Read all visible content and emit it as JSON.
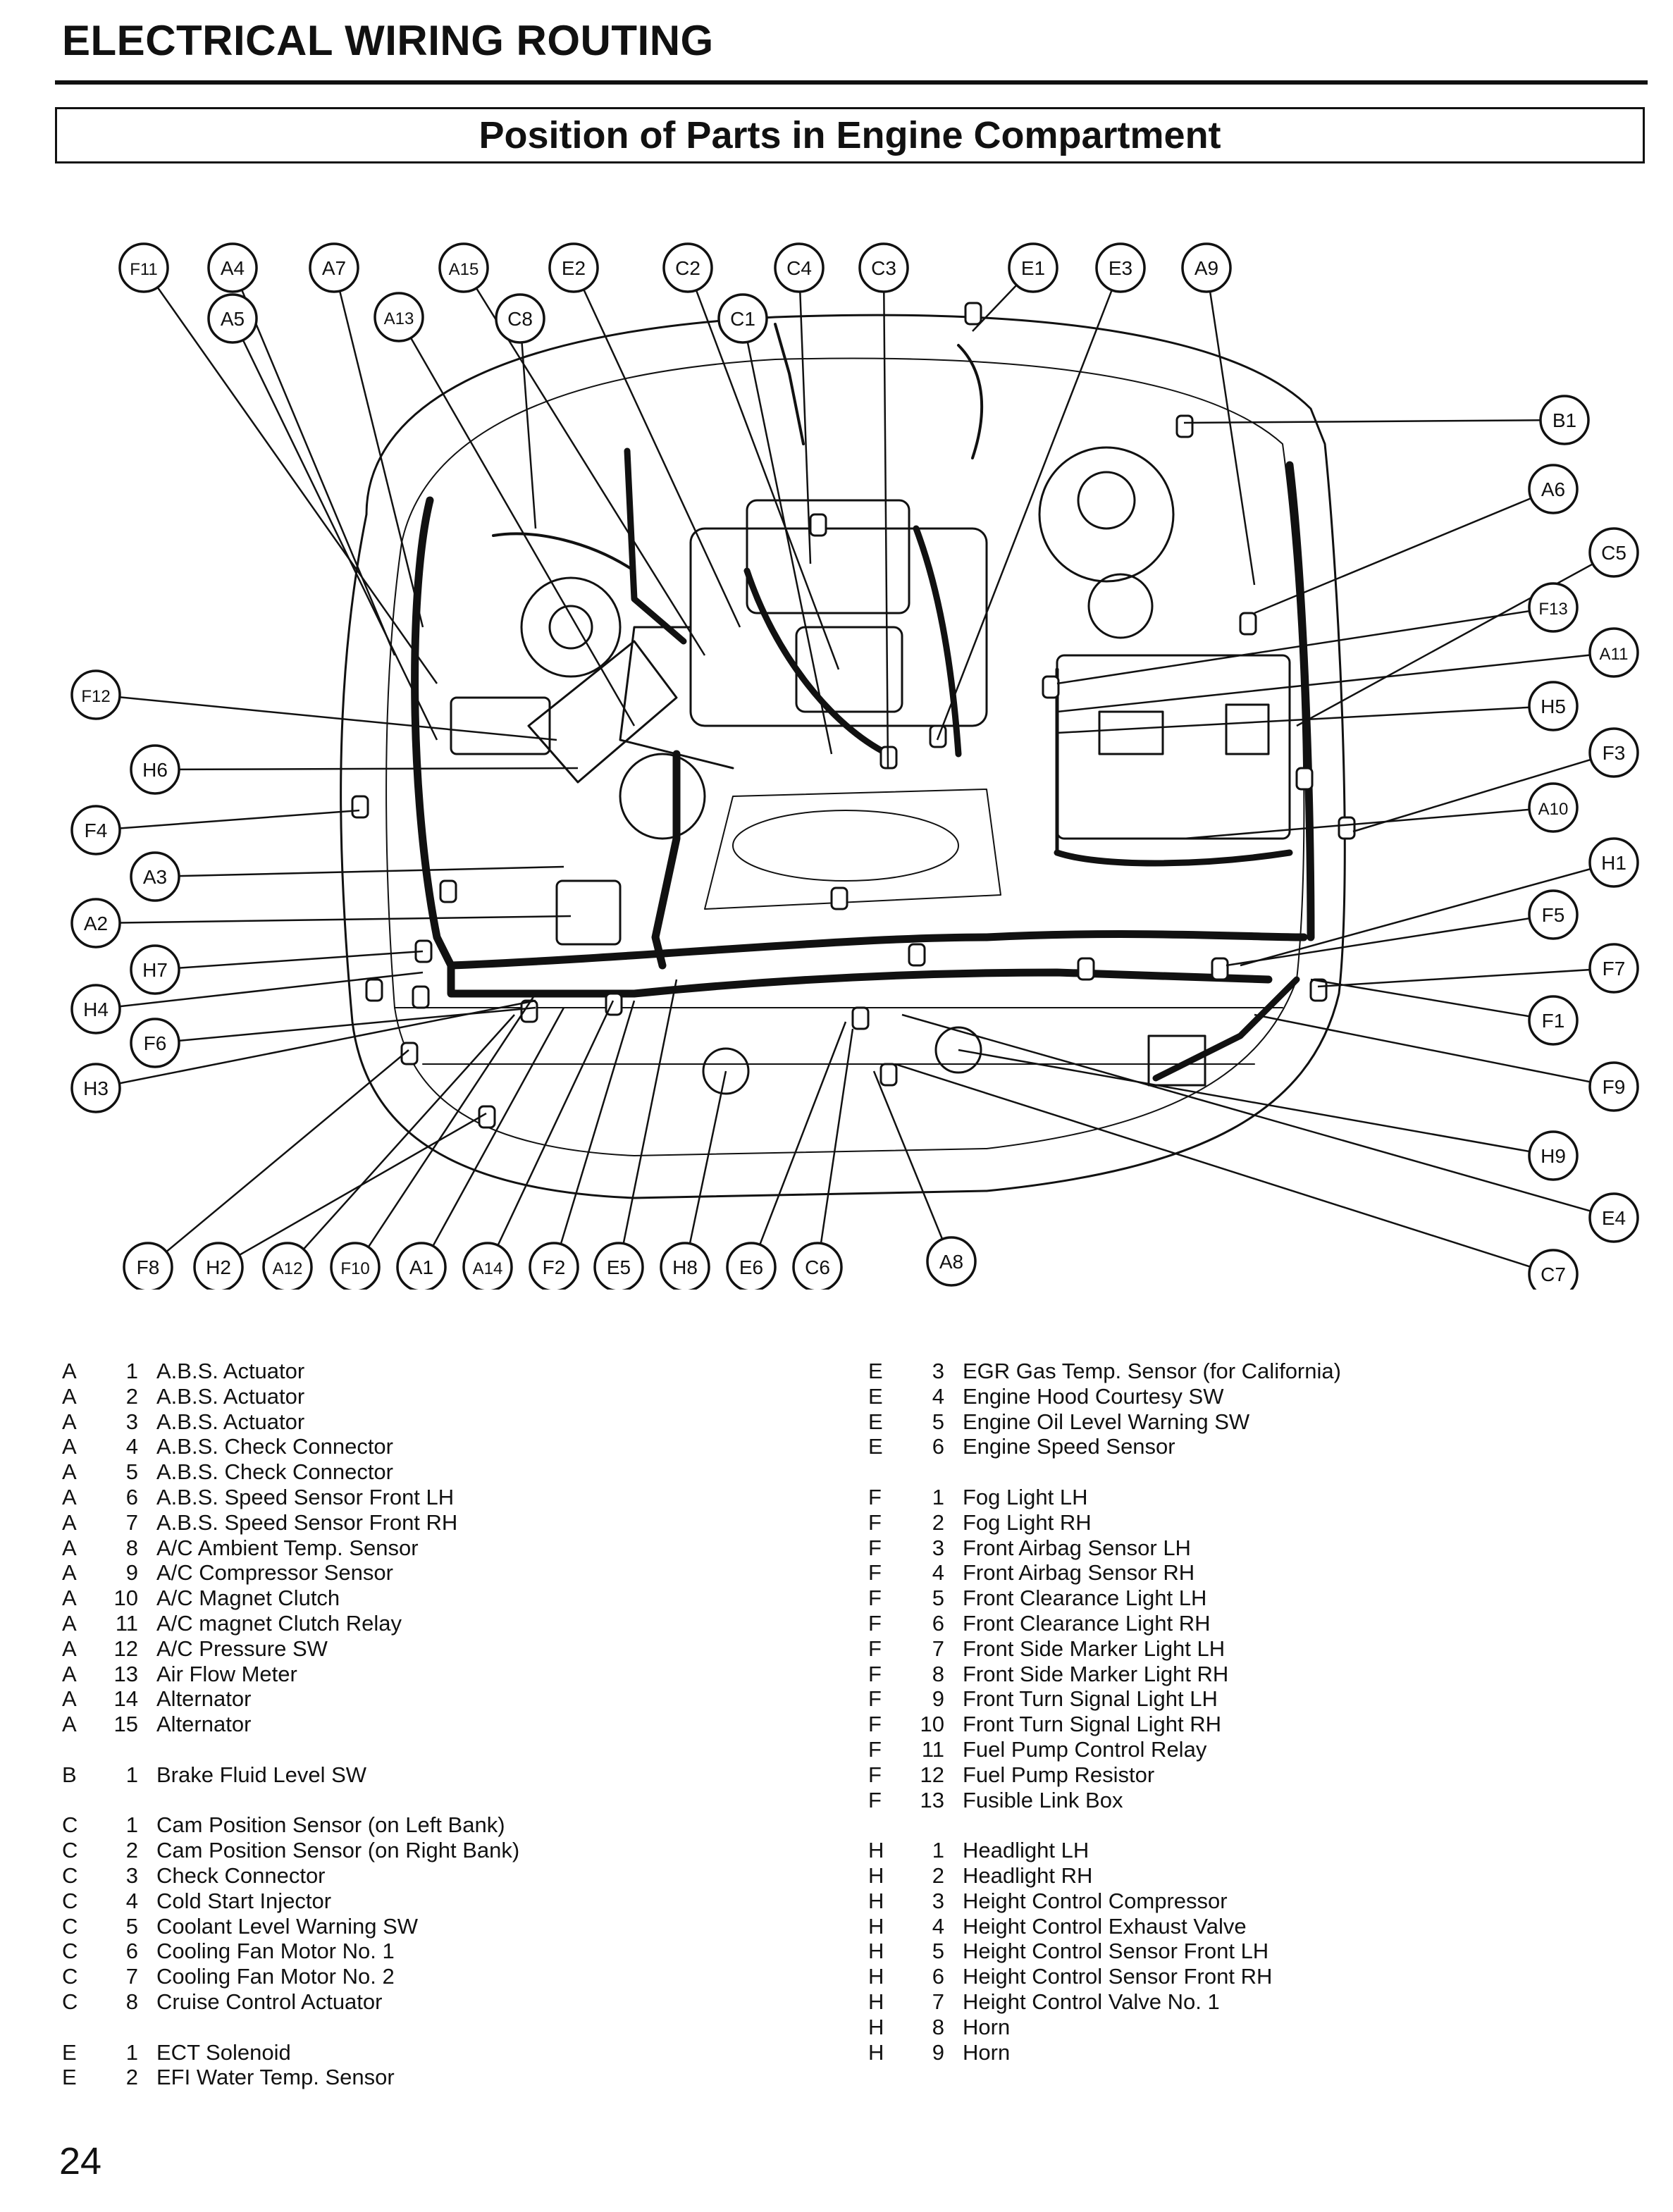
{
  "header": {
    "title": "ELECTRICAL WIRING ROUTING",
    "subtitle": "Position of Parts in Engine Compartment"
  },
  "diagram": {
    "top_labels": [
      "F11",
      "A4",
      "A5",
      "A7",
      "A13",
      "A15",
      "C8",
      "E2",
      "C2",
      "C1",
      "C4",
      "C3",
      "E1",
      "E3",
      "A9"
    ],
    "right_labels": [
      "B1",
      "A6",
      "C5",
      "F13",
      "A11",
      "H5",
      "F3",
      "A10",
      "H1",
      "F5",
      "F7",
      "F1",
      "F9",
      "H9",
      "E4",
      "C7"
    ],
    "left_labels": [
      "F12",
      "H6",
      "F4",
      "A3",
      "A2",
      "H7",
      "H4",
      "F6",
      "H3"
    ],
    "bottom_labels": [
      "F8",
      "H2",
      "A12",
      "F10",
      "A1",
      "A14",
      "F2",
      "E5",
      "H8",
      "E6",
      "C6",
      "A8"
    ]
  },
  "legend": {
    "col1": [
      {
        "g": "A",
        "n": "1",
        "d": "A.B.S. Actuator"
      },
      {
        "g": "A",
        "n": "2",
        "d": "A.B.S. Actuator"
      },
      {
        "g": "A",
        "n": "3",
        "d": "A.B.S. Actuator"
      },
      {
        "g": "A",
        "n": "4",
        "d": "A.B.S. Check Connector"
      },
      {
        "g": "A",
        "n": "5",
        "d": "A.B.S. Check Connector"
      },
      {
        "g": "A",
        "n": "6",
        "d": "A.B.S. Speed Sensor Front LH"
      },
      {
        "g": "A",
        "n": "7",
        "d": "A.B.S. Speed Sensor Front RH"
      },
      {
        "g": "A",
        "n": "8",
        "d": "A/C Ambient Temp. Sensor"
      },
      {
        "g": "A",
        "n": "9",
        "d": "A/C Compressor Sensor"
      },
      {
        "g": "A",
        "n": "10",
        "d": "A/C Magnet Clutch"
      },
      {
        "g": "A",
        "n": "11",
        "d": "A/C magnet Clutch Relay"
      },
      {
        "g": "A",
        "n": "12",
        "d": "A/C Pressure SW"
      },
      {
        "g": "A",
        "n": "13",
        "d": "Air Flow Meter"
      },
      {
        "g": "A",
        "n": "14",
        "d": "Alternator"
      },
      {
        "g": "A",
        "n": "15",
        "d": "Alternator"
      },
      {
        "gap": true
      },
      {
        "g": "B",
        "n": "1",
        "d": "Brake Fluid Level SW"
      },
      {
        "gap": true
      },
      {
        "g": "C",
        "n": "1",
        "d": "Cam Position Sensor (on Left Bank)"
      },
      {
        "g": "C",
        "n": "2",
        "d": "Cam Position Sensor (on Right Bank)"
      },
      {
        "g": "C",
        "n": "3",
        "d": "Check Connector"
      },
      {
        "g": "C",
        "n": "4",
        "d": "Cold Start Injector"
      },
      {
        "g": "C",
        "n": "5",
        "d": "Coolant Level Warning SW"
      },
      {
        "g": "C",
        "n": "6",
        "d": "Cooling Fan Motor No. 1"
      },
      {
        "g": "C",
        "n": "7",
        "d": "Cooling Fan Motor No. 2"
      },
      {
        "g": "C",
        "n": "8",
        "d": "Cruise Control Actuator"
      },
      {
        "gap": true
      },
      {
        "g": "E",
        "n": "1",
        "d": "ECT Solenoid"
      },
      {
        "g": "E",
        "n": "2",
        "d": "EFI Water Temp. Sensor"
      }
    ],
    "col2": [
      {
        "g": "E",
        "n": "3",
        "d": "EGR Gas Temp. Sensor (for California)"
      },
      {
        "g": "E",
        "n": "4",
        "d": "Engine Hood Courtesy SW"
      },
      {
        "g": "E",
        "n": "5",
        "d": "Engine Oil Level Warning SW"
      },
      {
        "g": "E",
        "n": "6",
        "d": "Engine Speed Sensor"
      },
      {
        "gap": true
      },
      {
        "g": "F",
        "n": "1",
        "d": "Fog Light LH"
      },
      {
        "g": "F",
        "n": "2",
        "d": "Fog Light RH"
      },
      {
        "g": "F",
        "n": "3",
        "d": "Front Airbag Sensor LH"
      },
      {
        "g": "F",
        "n": "4",
        "d": "Front Airbag Sensor RH"
      },
      {
        "g": "F",
        "n": "5",
        "d": "Front Clearance Light LH"
      },
      {
        "g": "F",
        "n": "6",
        "d": "Front Clearance Light RH"
      },
      {
        "g": "F",
        "n": "7",
        "d": "Front Side Marker Light LH"
      },
      {
        "g": "F",
        "n": "8",
        "d": "Front Side Marker Light RH"
      },
      {
        "g": "F",
        "n": "9",
        "d": "Front Turn Signal Light LH"
      },
      {
        "g": "F",
        "n": "10",
        "d": "Front Turn Signal Light RH"
      },
      {
        "g": "F",
        "n": "11",
        "d": "Fuel Pump Control Relay"
      },
      {
        "g": "F",
        "n": "12",
        "d": "Fuel Pump Resistor"
      },
      {
        "g": "F",
        "n": "13",
        "d": "Fusible Link Box"
      },
      {
        "gap": true
      },
      {
        "g": "H",
        "n": "1",
        "d": "Headlight LH"
      },
      {
        "g": "H",
        "n": "2",
        "d": "Headlight RH"
      },
      {
        "g": "H",
        "n": "3",
        "d": "Height Control Compressor"
      },
      {
        "g": "H",
        "n": "4",
        "d": "Height Control Exhaust Valve"
      },
      {
        "g": "H",
        "n": "5",
        "d": "Height Control Sensor Front LH"
      },
      {
        "g": "H",
        "n": "6",
        "d": "Height Control Sensor Front RH"
      },
      {
        "g": "H",
        "n": "7",
        "d": "Height Control Valve No. 1"
      },
      {
        "g": "H",
        "n": "8",
        "d": "Horn"
      },
      {
        "g": "H",
        "n": "9",
        "d": "Horn"
      }
    ]
  },
  "footer": {
    "page_number": "24"
  }
}
